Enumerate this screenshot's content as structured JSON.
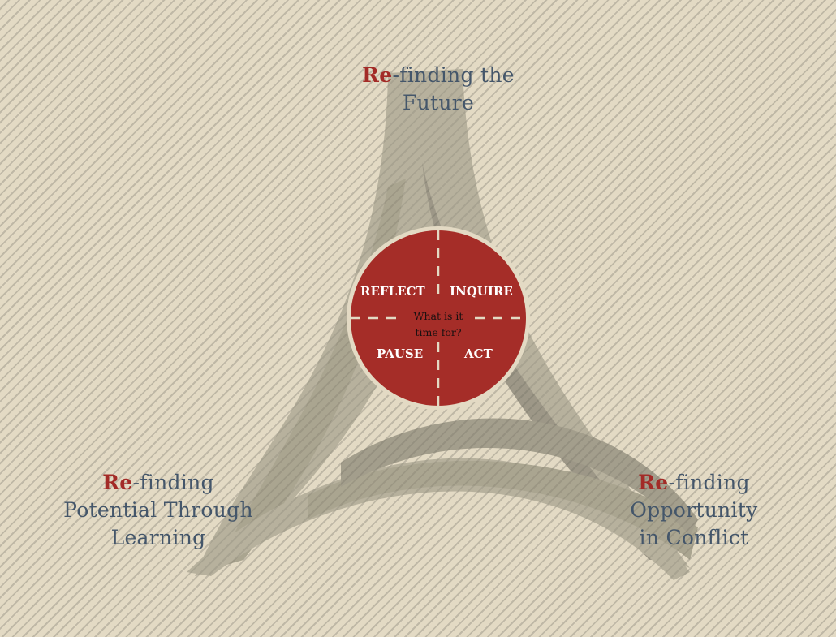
{
  "diagram": {
    "type": "triad-cycle",
    "colors": {
      "background": "#e3dac4",
      "stripe": "#bfb8a6",
      "ribbon_light": "#a8a493",
      "ribbon_dark": "#6f6c60",
      "circle": "#a52d28",
      "accent_text": "#a32b27",
      "label_text": "#44566a",
      "quad_text": "#ffffff"
    },
    "nodes": [
      {
        "id": "top",
        "prefix": "Re",
        "line1": "-finding the",
        "line2": "Future"
      },
      {
        "id": "left",
        "prefix": "Re",
        "line1": "-finding",
        "line2": "Potential Through",
        "line3": "Learning"
      },
      {
        "id": "right",
        "prefix": "Re",
        "line1": "-finding",
        "line2": "Opportunity",
        "line3": "in Conflict"
      }
    ],
    "center": {
      "question_line1": "What is it",
      "question_line2": "time for?",
      "quadrants": {
        "top_left": "REFLECT",
        "top_right": "INQUIRE",
        "bottom_left": "PAUSE",
        "bottom_right": "ACT"
      }
    }
  }
}
